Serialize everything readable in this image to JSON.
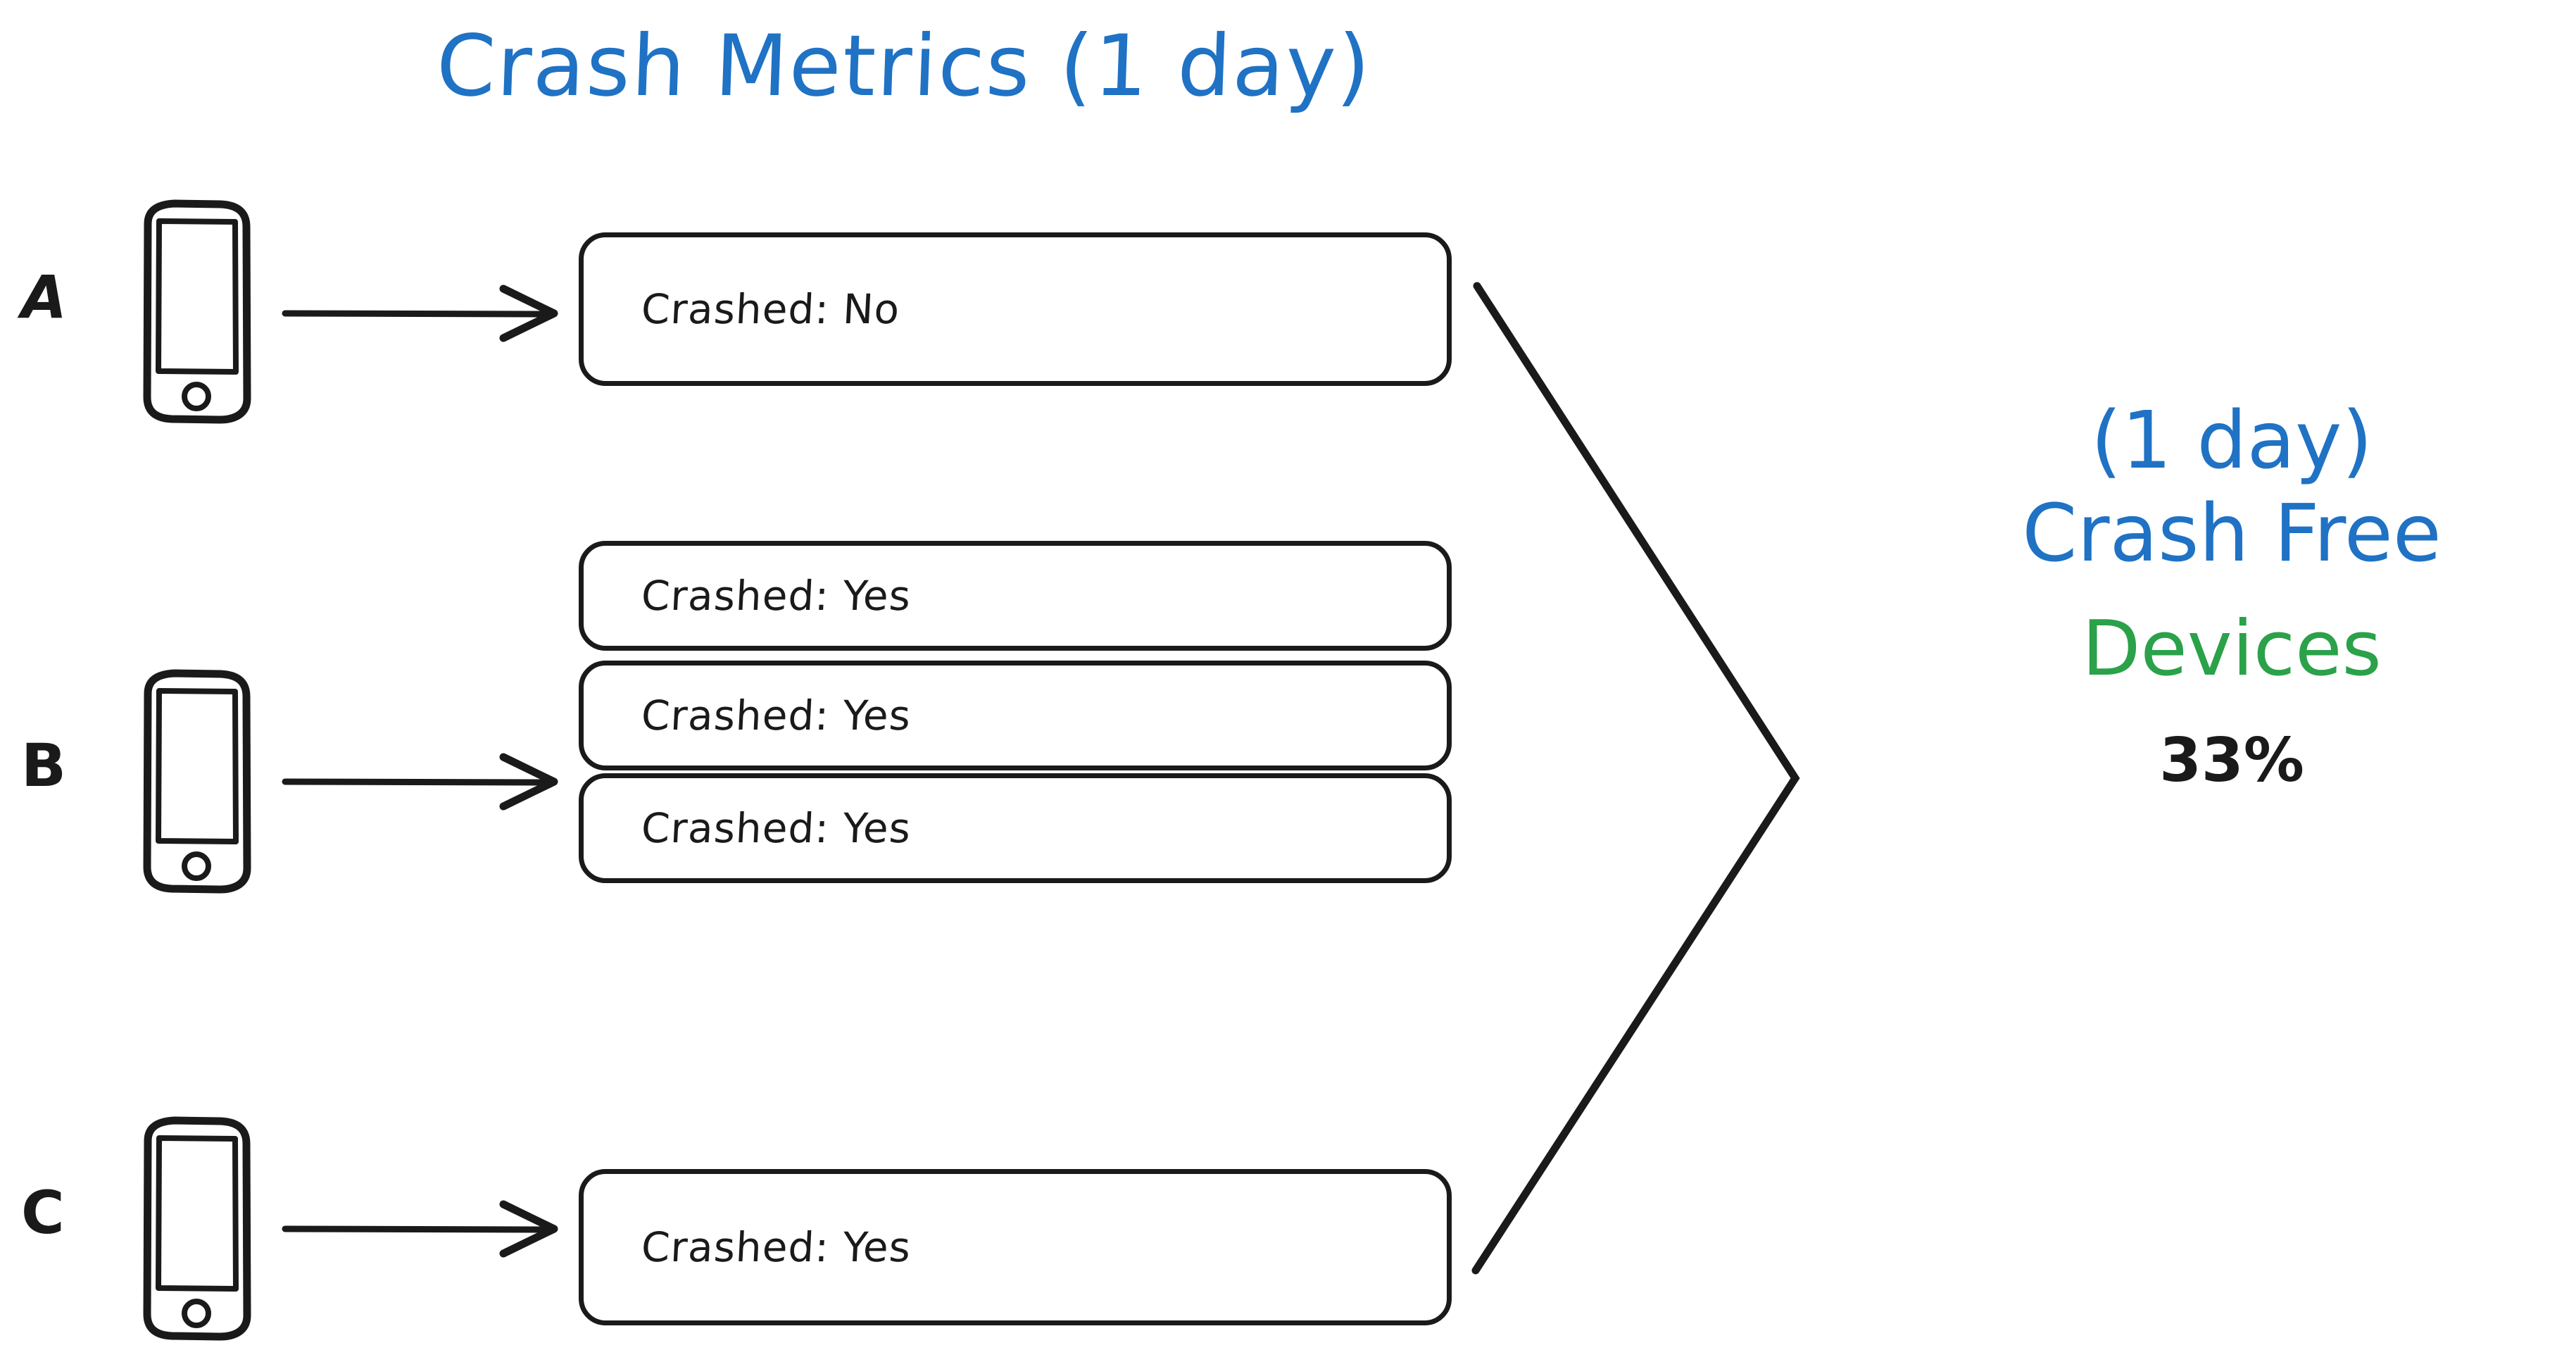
{
  "title": "Crash Metrics (1 day)",
  "colors": {
    "blue": "#1f72c4",
    "green": "#2ba14a",
    "ink": "#1a1a1a",
    "background": "#ffffff"
  },
  "devices": [
    {
      "label": "A",
      "icon": "smartphone-icon",
      "arrow": "arrow-right-icon",
      "events": [
        "Crashed: No"
      ]
    },
    {
      "label": "B",
      "icon": "smartphone-icon",
      "arrow": "arrow-right-icon",
      "events": [
        "Crashed: Yes",
        "Crashed: Yes",
        "Crashed: Yes"
      ]
    },
    {
      "label": "C",
      "icon": "smartphone-icon",
      "arrow": "arrow-right-icon",
      "events": [
        "Crashed: Yes"
      ]
    }
  ],
  "aggregator": {
    "icon": "chevron-right-bracket"
  },
  "summary": {
    "period": "(1 day)",
    "metric": "Crash Free",
    "unit": "Devices",
    "value": "33%"
  }
}
